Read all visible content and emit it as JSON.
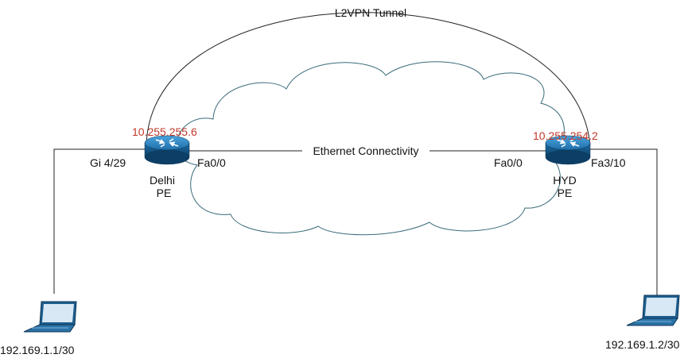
{
  "tunnel_label": "L2VPN Tunnel",
  "link_label": "Ethernet Connectivity",
  "colors": {
    "ip_text": "#c0392b",
    "router_fill": "#1f6fa8",
    "cloud_stroke": "#3b6b7a"
  },
  "routers": [
    {
      "name": "Delhi",
      "role": "PE",
      "ip": "10.255.255.6",
      "left_port": "Gi 4/29",
      "right_port": "Fa0/0",
      "icon": "router-icon"
    },
    {
      "name": "HYD",
      "role": "PE",
      "ip": "10.255.254.2",
      "left_port": "Fa0/0",
      "right_port": "Fa3/10",
      "icon": "router-icon"
    }
  ],
  "hosts": [
    {
      "ip": "192.169.1.1/30",
      "icon": "laptop-icon"
    },
    {
      "ip": "192.169.1.2/30",
      "icon": "laptop-icon"
    }
  ]
}
